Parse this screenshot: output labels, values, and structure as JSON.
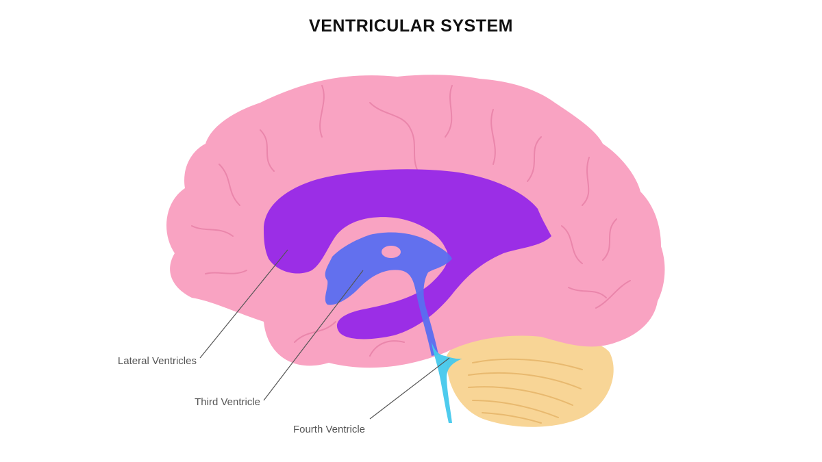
{
  "title": "VENTRICULAR SYSTEM",
  "labels": {
    "lateral": "Lateral Ventricles",
    "third": "Third Ventricle",
    "fourth": "Fourth Ventricle"
  },
  "colors": {
    "cerebrum": "#f9a3c2",
    "cerebrum_folds": "#ea86ab",
    "cerebellum": "#f8d596",
    "cerebellum_folds": "#e8b96f",
    "lateral_ventricles": "#9b2ee6",
    "third_ventricle": "#5a6ef0",
    "fourth_ventricle": "#45c8ec",
    "leader_line": "#555555",
    "label_text": "#555555"
  }
}
